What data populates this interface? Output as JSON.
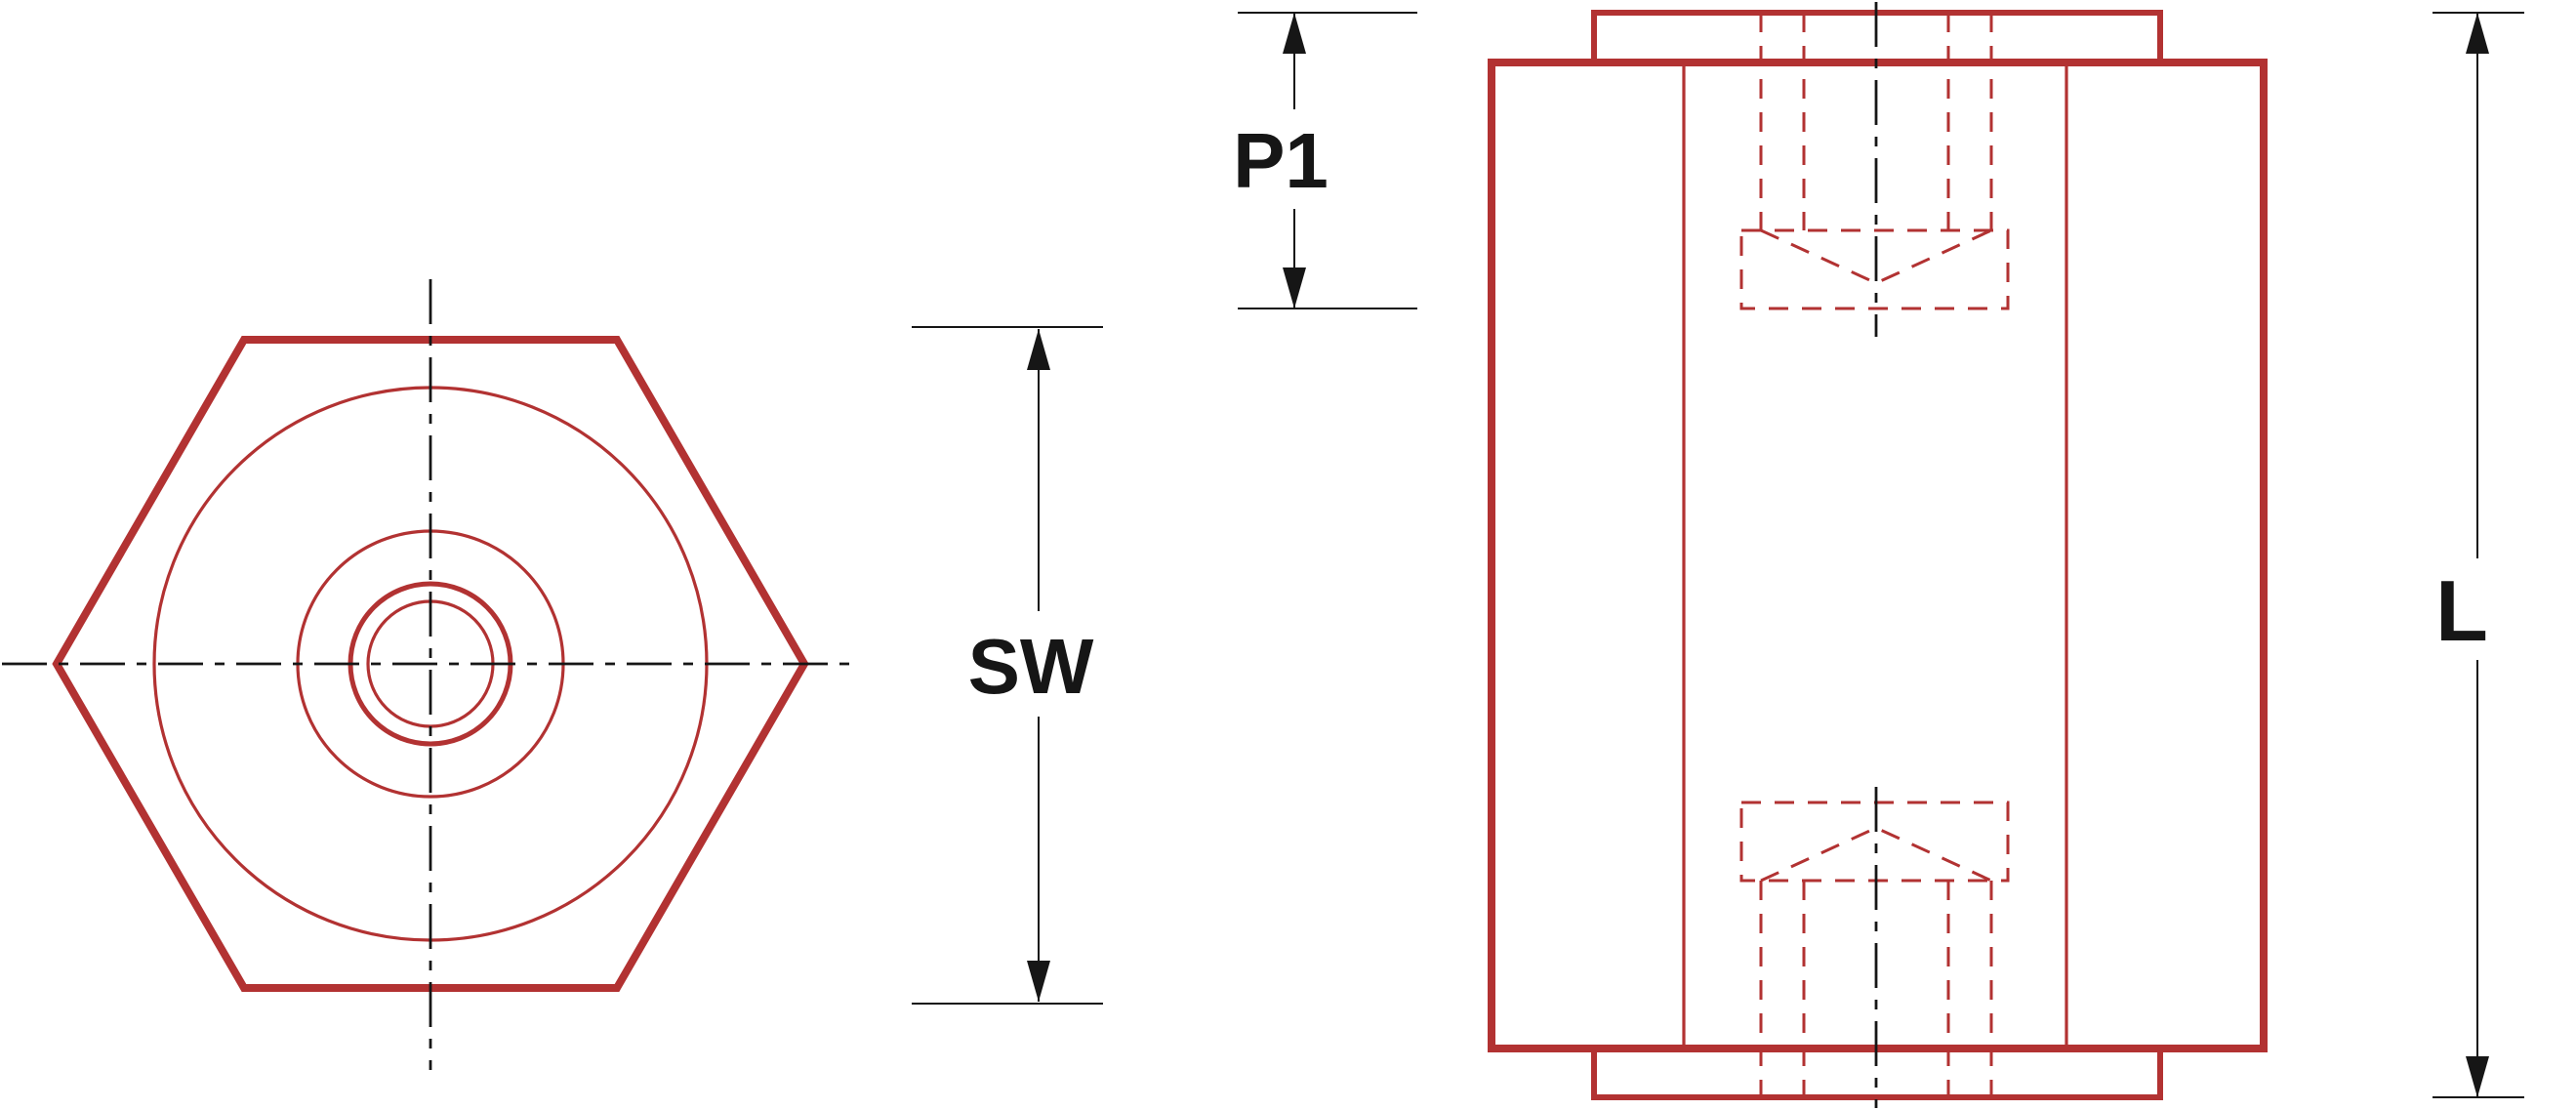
{
  "drawing": {
    "type": "technical-drawing",
    "labels": {
      "thread_depth": "P1",
      "width_across_flats": "SW",
      "overall_length": "L"
    },
    "colors": {
      "part_outline": "#b23232",
      "dimension_lines": "#161616",
      "background": "#ffffff"
    }
  }
}
